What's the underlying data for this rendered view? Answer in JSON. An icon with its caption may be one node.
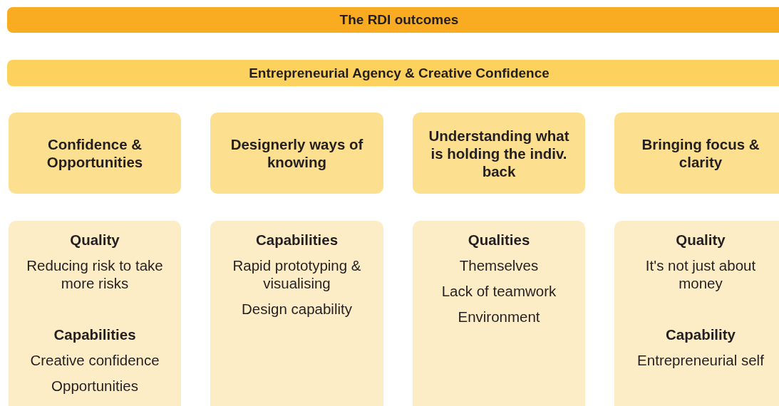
{
  "diagram": {
    "nodes": [
      {
        "text": [
          "The RDI outcomes"
        ]
      },
      {
        "text": [
          "Entrepreneurial Agency & Creative Confidence"
        ]
      },
      {
        "text": [
          "Confidence & Opportunities"
        ]
      },
      {
        "text": [
          "Designerly ways of knowing"
        ]
      },
      {
        "text": [
          "Understanding what is holding the indiv. back"
        ]
      },
      {
        "text": [
          "Bringing focus & clarity"
        ]
      },
      {
        "text": [
          "Quality",
          "Reducing risk to take more risks",
          "Capabilities",
          "Creative confidence",
          "Opportunities"
        ]
      },
      {
        "text": [
          "Capabilities",
          "Rapid prototyping & visualising",
          "Design capability"
        ]
      },
      {
        "text": [
          "Qualities",
          "Themselves",
          "Lack of teamwork",
          "Environment"
        ]
      },
      {
        "text": [
          "Quality",
          "It's not just about money",
          "Capability",
          "Entrepreneurial self"
        ]
      }
    ]
  }
}
